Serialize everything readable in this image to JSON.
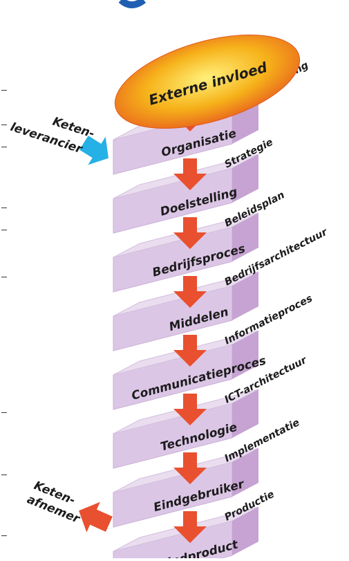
{
  "diagram": {
    "top_node": {
      "label": "Externe invloed"
    },
    "left_in": {
      "line1": "Keten-",
      "line2": "leverancier"
    },
    "left_out": {
      "line1": "Keten-",
      "line2": "afnemer"
    },
    "layers": [
      {
        "front": "Organisatie",
        "side": "Kans/bedreiging"
      },
      {
        "front": "Doelstelling",
        "side": "Strategie"
      },
      {
        "front": "Bedrijfsproces",
        "side": "Beleidsplan"
      },
      {
        "front": "Middelen",
        "side": "Bedrijfsarchitectuur"
      },
      {
        "front": "Communicatieproces",
        "side": "Informatieproces"
      },
      {
        "front": "Technologie",
        "side": "ICT-architectuur"
      },
      {
        "front": "Eindgebruiker",
        "side": "Implementatie"
      },
      {
        "front": "Eindproduct",
        "side": "Productie"
      }
    ],
    "colors": {
      "block_top": "#e9ddef",
      "block_front": "#dcc6e6",
      "block_side": "#c6a3d2",
      "arrow": "#e8502f",
      "ellipse_inner": "#f6b21a",
      "ellipse_outer": "#e85f1e",
      "in_arrow": "#25b0e6",
      "text": "#1c1c1c"
    }
  }
}
